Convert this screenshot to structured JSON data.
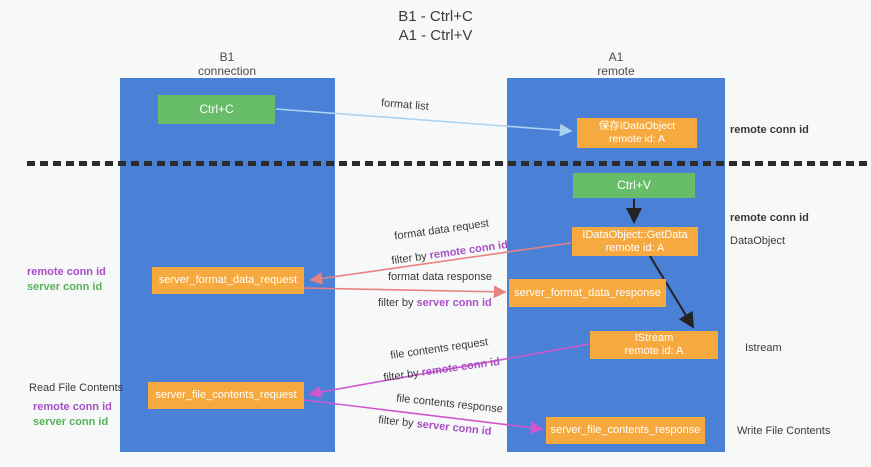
{
  "title": {
    "line1": "B1 - Ctrl+C",
    "line2": "A1 - Ctrl+V"
  },
  "lanes": {
    "b1": {
      "name": "B1",
      "sub": "connection"
    },
    "a1": {
      "name": "A1",
      "sub": "remote"
    }
  },
  "nodes": {
    "ctrl_c": {
      "label": "Ctrl+C"
    },
    "ctrl_v": {
      "label": "Ctrl+V"
    },
    "save_idataobject": {
      "line1": "保存IDataObject",
      "line2": "remote id: A"
    },
    "getdata": {
      "line1": "IDataObject::GetData",
      "line2": "remote id: A"
    },
    "istream": {
      "line1": "IStream",
      "line2": "remote id: A"
    },
    "server_format_data_request": {
      "label": "server_format_data_request"
    },
    "server_format_data_response": {
      "label": "server_format_data_response"
    },
    "server_file_contents_request": {
      "label": "server_file_contents_request"
    },
    "server_file_contents_response": {
      "label": "server_file_contents_response"
    }
  },
  "arrow_labels": {
    "format_list": "format list",
    "format_data_request": "format data request",
    "format_data_response": "format data response",
    "file_contents_request": "file contents request",
    "file_contents_response": "file contents response",
    "filter_by": "filter by",
    "remote_conn_id": "remote conn id",
    "server_conn_id": "server conn id"
  },
  "side_labels": {
    "remote_conn_id": "remote conn id",
    "server_conn_id": "server conn id",
    "dataobject": "DataObject",
    "istream": "Istream",
    "read_file_contents": "Read File Contents",
    "write_file_contents": "Write File Contents"
  },
  "colors": {
    "lane_blue": "#4a80d5",
    "box_orange": "#f6a93f",
    "box_green": "#67bd68",
    "arrow_light_blue": "#aad4f0",
    "arrow_salmon": "#e8827e",
    "arrow_magenta": "#ce57ce",
    "arrow_black": "#222222",
    "text_purple": "#a94fc6",
    "text_green": "#57b25a"
  }
}
